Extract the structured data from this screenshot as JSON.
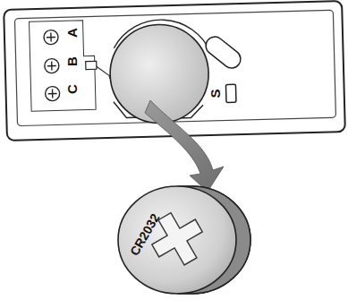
{
  "diagram": {
    "labels": [
      "A",
      "B",
      "C",
      "S",
      "CR2032"
    ]
  }
}
